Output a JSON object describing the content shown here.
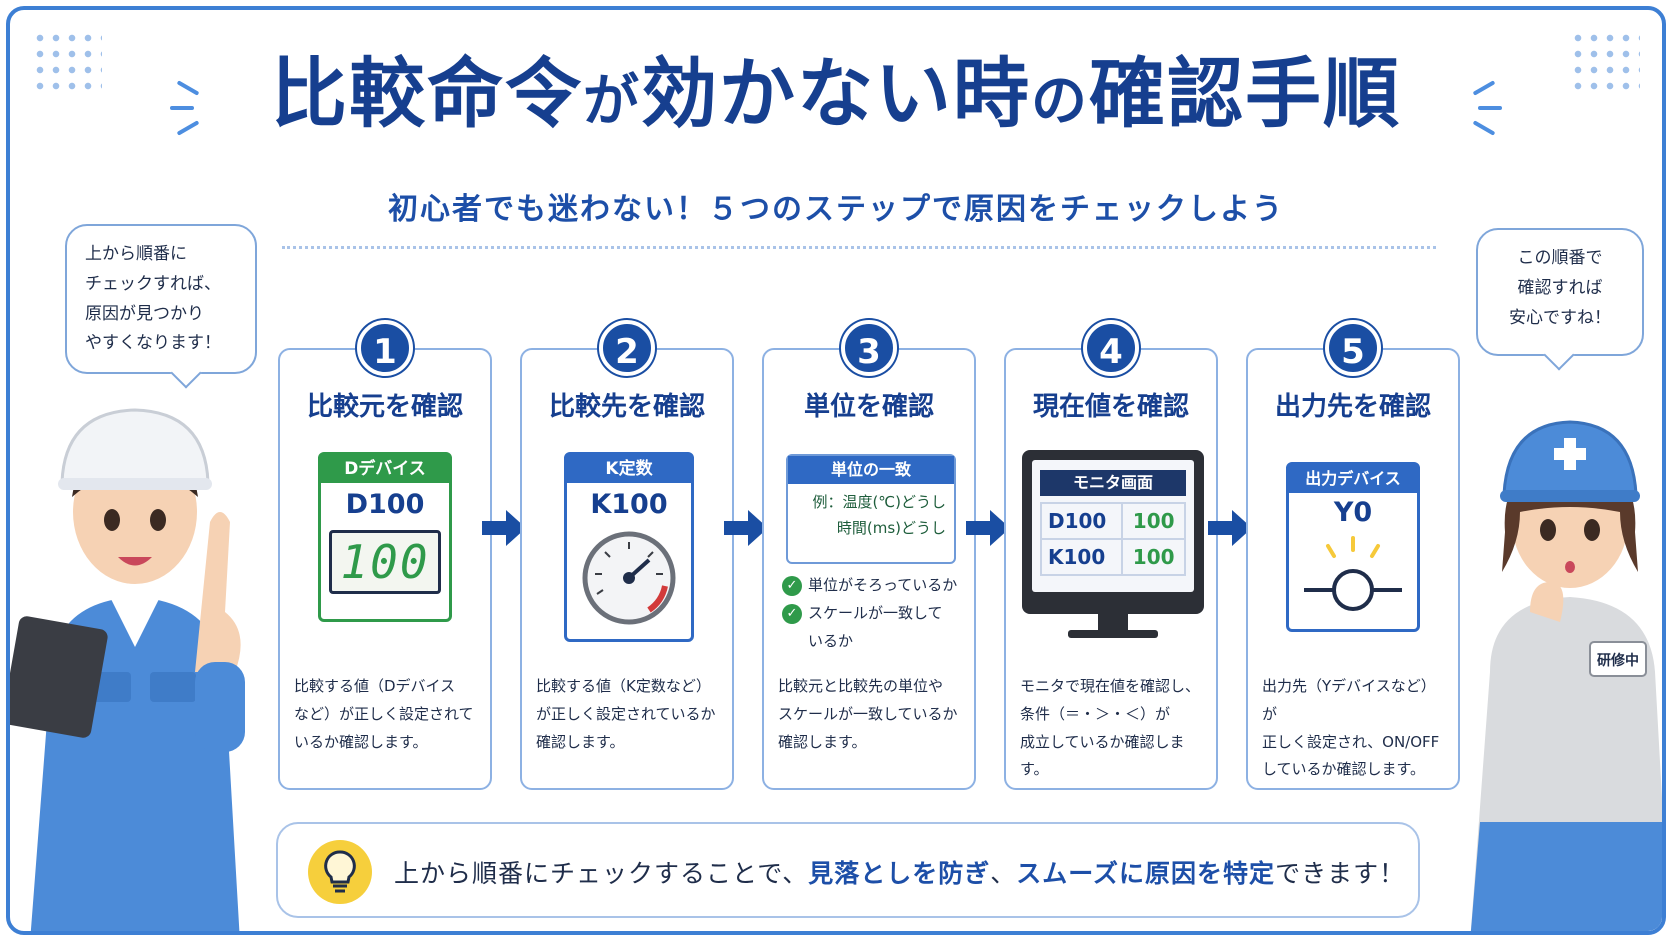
{
  "title": {
    "part1": "比較命令",
    "part2": "が",
    "part3": "効かない時",
    "part4": "の",
    "part5": "確認手順"
  },
  "subtitle": "初心者でも迷わない！５つのステップで原因をチェックしよう",
  "bubbles": {
    "left": [
      "上から順番に",
      "チェックすれば、",
      "原因が見つかり",
      "やすくなります！"
    ],
    "right": [
      "この順番で",
      "確認すれば",
      "安心ですね！"
    ]
  },
  "steps": [
    {
      "num": "1",
      "title": "比較元を確認",
      "card_header": "Dデバイス",
      "card_device": "D100",
      "card_value": "100",
      "desc": [
        "比較する値（Dデバイス",
        "など）が正しく設定されて",
        "いるか確認します。"
      ]
    },
    {
      "num": "2",
      "title": "比較先を確認",
      "card_header": "K定数",
      "card_device": "K100",
      "desc": [
        "比較する値（K定数など）",
        "が正しく設定されているか",
        "確認します。"
      ]
    },
    {
      "num": "3",
      "title": "単位を確認",
      "card_header": "単位の一致",
      "example": [
        "例：温度(℃)どうし",
        "時間(ms)どうし"
      ],
      "checks": [
        "単位がそろっているか",
        "スケールが一致して",
        "いるか"
      ],
      "desc": [
        "比較元と比較先の単位や",
        "スケールが一致しているか",
        "確認します。"
      ]
    },
    {
      "num": "4",
      "title": "現在値を確認",
      "card_header": "モニタ画面",
      "rows": [
        {
          "device": "D100",
          "value": "100"
        },
        {
          "device": "K100",
          "value": "100"
        }
      ],
      "desc": [
        "モニタで現在値を確認し、",
        "条件（＝・＞・＜）が",
        "成立しているか確認します。"
      ]
    },
    {
      "num": "5",
      "title": "出力先を確認",
      "card_header": "出力デバイス",
      "card_device": "Y0",
      "desc": [
        "出力先（Yデバイスなど）が",
        "正しく設定され、ON/OFF",
        "しているか確認します。"
      ]
    }
  ],
  "footer": {
    "text1": "上から順番にチェックすることで、",
    "hl1": "見落としを防ぎ",
    "text2": "、",
    "hl2": "スムーズに原因を特定",
    "text3": "できます！"
  },
  "badge_text": "研修中",
  "colors": {
    "primary": "#163f8f",
    "accent_blue": "#2f69c4",
    "green": "#2f9a4a",
    "yellow": "#f6c93a",
    "border": "#8db1e3"
  }
}
